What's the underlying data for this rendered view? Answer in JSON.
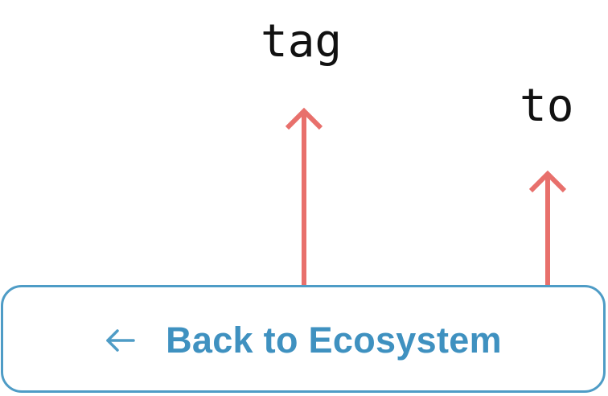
{
  "annotations": [
    {
      "id": "tag",
      "label": "tag"
    },
    {
      "id": "to",
      "label": "to"
    }
  ],
  "back_link": {
    "label": "Back to Ecosystem",
    "icon": "arrow-left-icon"
  },
  "colors": {
    "arrow": "#e8706c",
    "link_text": "#3f91c0",
    "link_border": "#4e9cc6",
    "label_text": "#111111"
  }
}
